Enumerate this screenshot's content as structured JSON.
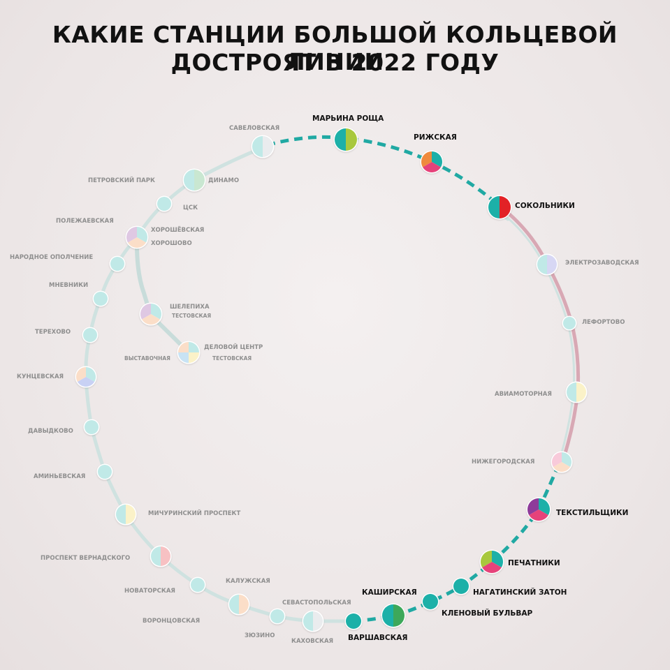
{
  "title": {
    "line1": "КАКИЕ СТАНЦИИ БОЛЬШОЙ КОЛЬЦЕВОЙ ЛИНИИ",
    "line2": "ДОСТРОЯТ В 2022 ГОДУ"
  },
  "colors": {
    "new_line": "#20a9a3",
    "existing_line": "#c8dedc",
    "branch_line": "#c8dedc",
    "east_line": "#d8a8b4",
    "active_text": "#111111",
    "inactive_text": "#8e8e8e",
    "teal": "#1fb0a8",
    "green": "#3ea85a",
    "lime": "#a8c83c",
    "orange": "#ef8a3c",
    "pink": "#e6427a",
    "red": "#e22228",
    "purple": "#8e3a9a",
    "grey": "#b5bcc2"
  },
  "stations": {
    "marina_roshcha": "МАРЬИНА РОЩА",
    "rizhskaya": "РИЖСКАЯ",
    "sokolniki": "СОКОЛЬНИКИ",
    "elektrozavodskaya": "ЭЛЕКТРОЗАВОДСКАЯ",
    "lefortovo": "ЛЕФОРТОВО",
    "aviamotornaya": "АВИАМОТОРНАЯ",
    "nizhegorodskaya": "НИЖЕГОРОДСКАЯ",
    "tekstilshchiki": "ТЕКСТИЛЬЩИКИ",
    "pechatniki": "ПЕЧАТНИКИ",
    "nagatinsky_zaton": "НАГАТИНСКИЙ ЗАТОН",
    "klenovy_bulvar": "КЛЕНОВЫЙ БУЛЬВАР",
    "kashirskaya": "КАШИРСКАЯ",
    "varshavskaya": "ВАРШАВСКАЯ",
    "kakhovskaya": "КАХОВСКАЯ",
    "sevastopolskaya": "СЕВАСТОПОЛЬСКАЯ",
    "zyuzino": "ЗЮЗИНО",
    "vorontsovskaya": "ВОРОНЦОВСКАЯ",
    "kaluzhskaya": "КАЛУЖСКАЯ",
    "novatorskaya": "НОВАТОРСКАЯ",
    "prospekt_vernadskogo": "ПРОСПЕКТ ВЕРНАДСКОГО",
    "michurinsky_prospekt": "МИЧУРИНСКИЙ ПРОСПЕКТ",
    "aminyevskaya": "АМИНЬЕВСКАЯ",
    "davydkovo": "ДАВЫДКОВО",
    "kuntsevskaya": "КУНЦЕВСКАЯ",
    "terekhovo": "ТЕРЕХОВО",
    "mnevniki": "МНЕВНИКИ",
    "narodnoe_opolchenie": "НАРОДНОЕ ОПОЛЧЕНИЕ",
    "polezhaevskaya": "ПОЛЕЖАЕВСКАЯ",
    "khoroshyovskaya": "ХОРОШЁВСКАЯ",
    "khoroshovo": "ХОРОШОВО",
    "tsk": "ЦСК",
    "petrovsky_park": "ПЕТРОВСКИЙ ПАРК",
    "dinamo": "ДИНАМО",
    "savyolovskaya": "САВЕЛОВСКАЯ",
    "shelepikha": "ШЕЛЕПИХА",
    "shelepikha_testovskaya": "ТЕСТОВСКАЯ",
    "delovoy_tsentr": "ДЕЛОВОЙ ЦЕНТР",
    "delovoy_testovskaya": "ТЕСТОВСКАЯ",
    "vystavochnaya": "ВЫСТАВОЧНАЯ"
  }
}
